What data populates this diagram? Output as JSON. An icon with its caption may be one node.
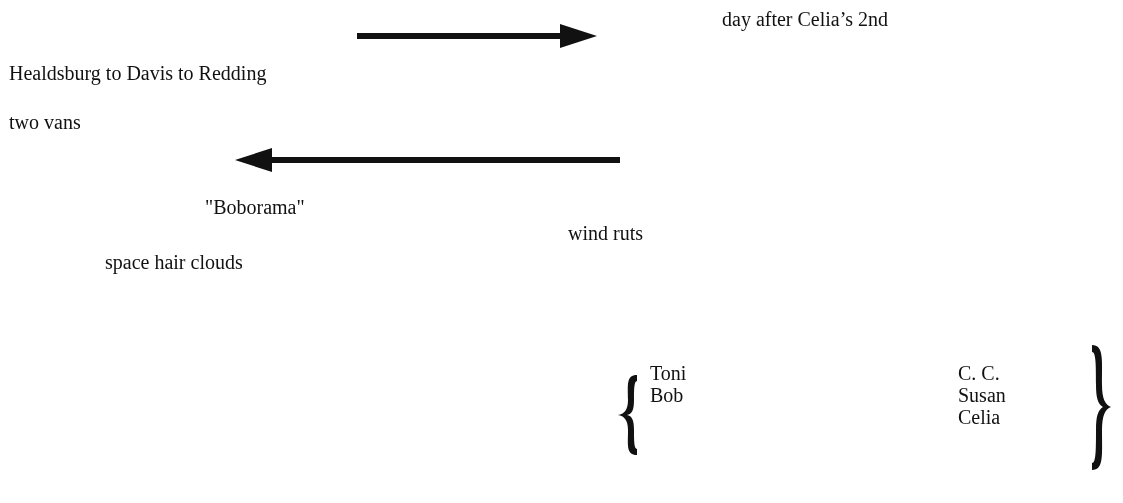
{
  "diagram": {
    "labels": [
      "day after Celia’s 2nd",
      "Healdsburg to Davis to Redding",
      "two vans",
      "\"Boborama\"",
      "wind ruts",
      "space hair clouds",
      "Toni",
      "C. C.",
      "Bob",
      "Susan",
      "Celia"
    ]
  }
}
